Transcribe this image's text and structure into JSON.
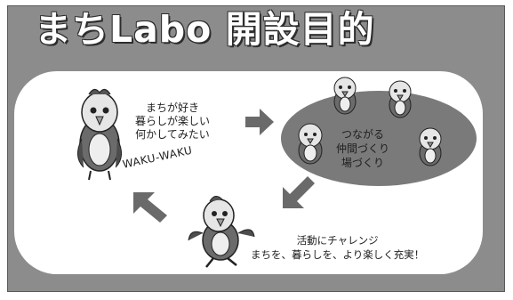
{
  "title": "まちLabo 開設目的",
  "messages": {
    "motivation": [
      "まちが好き",
      "暮らしが楽しい",
      "何かしてみたい"
    ],
    "waku": "WAKU-WAKU",
    "connect": [
      "つながる",
      "仲間づくり",
      "場づくり"
    ],
    "challenge": [
      "活動にチャレンジ",
      "まちを、暮らしを、より楽しく充実！"
    ]
  },
  "colors": {
    "frame": "#8c8c8c",
    "panel": "#ffffff",
    "ellipse": "#7a7a7a",
    "arrow": "#6a6a6a"
  },
  "icons": [
    "mascot-bird",
    "arrow-right",
    "arrow-down-left",
    "arrow-up-left"
  ]
}
